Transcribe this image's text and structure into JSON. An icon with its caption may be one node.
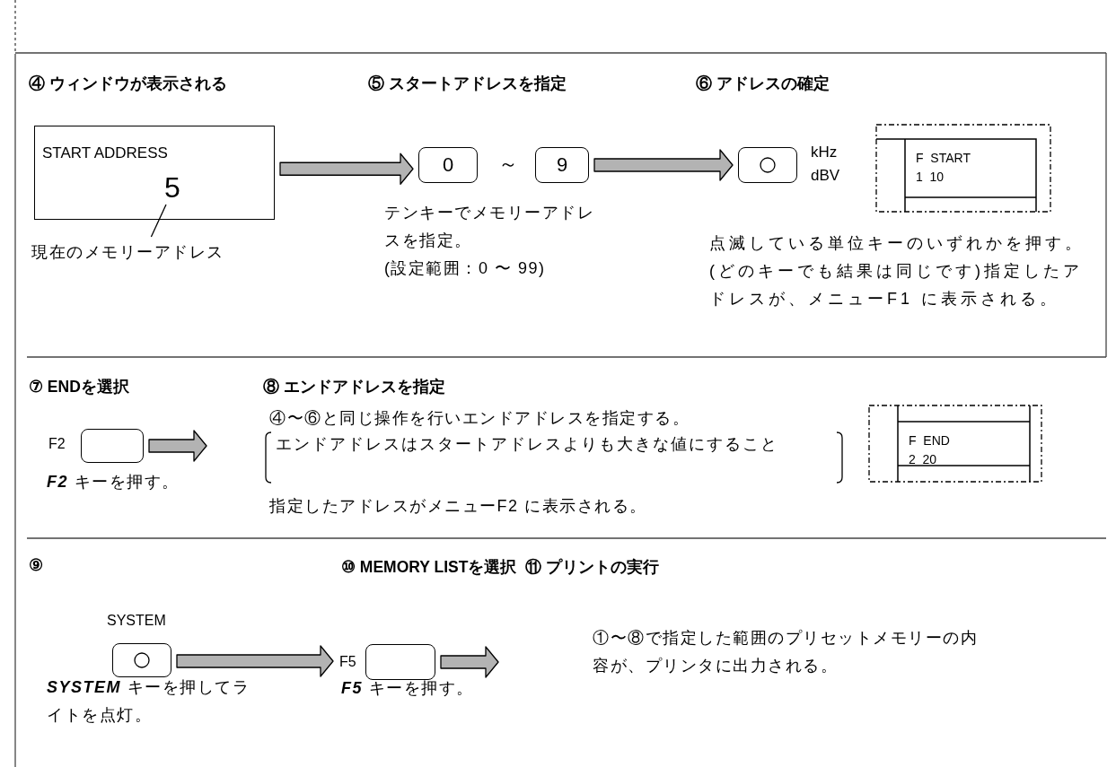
{
  "diagram": {
    "nodes": [
      {
        "text": [
          "START ADDRESS"
        ]
      },
      {
        "text": [
          "5"
        ],
        "in": 0
      },
      {
        "text": [
          "現在のメモリーアドレス"
        ]
      },
      {
        "text": [
          "0"
        ]
      },
      {
        "text": [
          "9"
        ]
      },
      {
        "text": [],
        "shape": "box",
        "beside": [
          "kHz",
          "dBV"
        ]
      },
      {
        "text": [
          "F START",
          "1 10"
        ]
      },
      {
        "text": [],
        "shape": "box",
        "beside": [
          "F2",
          "**F2** キーを押す。"
        ]
      },
      {
        "text": [
          "F END",
          "2 20"
        ]
      },
      {
        "text": [],
        "shape": "box",
        "beside": [
          "SYSTEM",
          "**SYSTEM** キーを押してライトを点灯。"
        ]
      },
      {
        "text": [],
        "shape": "box",
        "beside": [
          "F5",
          "**F5** キーを押す。"
        ]
      }
    ],
    "edges": [
      {
        "from": 2,
        "to": 1,
        "arrow": "none"
      },
      {
        "from": 0,
        "to": 3,
        "arrow": "to"
      },
      {
        "from": 4,
        "to": 5,
        "arrow": "to"
      },
      {
        "from": 7,
        "to": null,
        "arrow": "to"
      },
      {
        "from": 9,
        "to": 10,
        "arrow": "to"
      },
      {
        "from": 10,
        "to": null,
        "arrow": "to"
      }
    ],
    "labels": [
      "④ ウィンドウが表示される",
      "⑤ スタートアドレスを指定",
      "⑥ アドレスの確定",
      "～",
      "テンキーでメモリーアドレスを指定。",
      "(設定範囲：0 〜 99)",
      "点滅している単位キーのいずれかを押す。(どのキーでも結果は同じです)指定したアドレスが、メニューF1 に表示される。",
      "⑦ ENDを選択",
      "⑧ エンドアドレスを指定",
      "④〜⑥と同じ操作を行いエンドアドレスを指定する。",
      "エンドアドレスはスタートアドレスよりも大きな値にすること",
      "指定したアドレスがメニューF2 に表示される。",
      "⑨",
      "⑩ MEMORY LISTを選択",
      "⑪ プリントの実行",
      "①〜⑧で指定した範囲のプリセットメモリーの内容が、プリンタに出力される。"
    ]
  }
}
